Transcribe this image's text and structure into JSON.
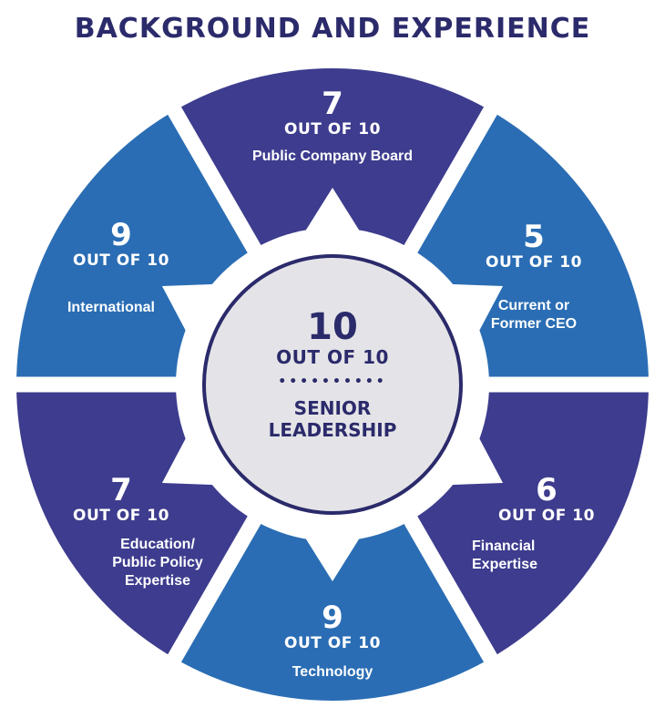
{
  "title": "BACKGROUND AND EXPERIENCE",
  "colors": {
    "purple": "#3d3c8e",
    "blue": "#2a6db4",
    "center_fill": "#e4e4e8",
    "dark": "#2b2a6b"
  },
  "center": {
    "value": "10",
    "out_of": "OUT OF 10",
    "dots": "••••••••••",
    "label_line1": "SENIOR",
    "label_line2": "LEADERSHIP"
  },
  "segments": [
    {
      "value": "7",
      "out_of": "OUT OF 10",
      "label": "Public Company Board"
    },
    {
      "value": "5",
      "out_of": "OUT OF 10",
      "label": "Current or Former CEO"
    },
    {
      "value": "6",
      "out_of": "OUT OF 10",
      "label": "Financial Expertise"
    },
    {
      "value": "9",
      "out_of": "OUT OF 10",
      "label": "Technology"
    },
    {
      "value": "7",
      "out_of": "OUT OF 10",
      "label": "Education/ Public Policy Expertise"
    },
    {
      "value": "9",
      "out_of": "OUT OF 10",
      "label": "International"
    }
  ]
}
